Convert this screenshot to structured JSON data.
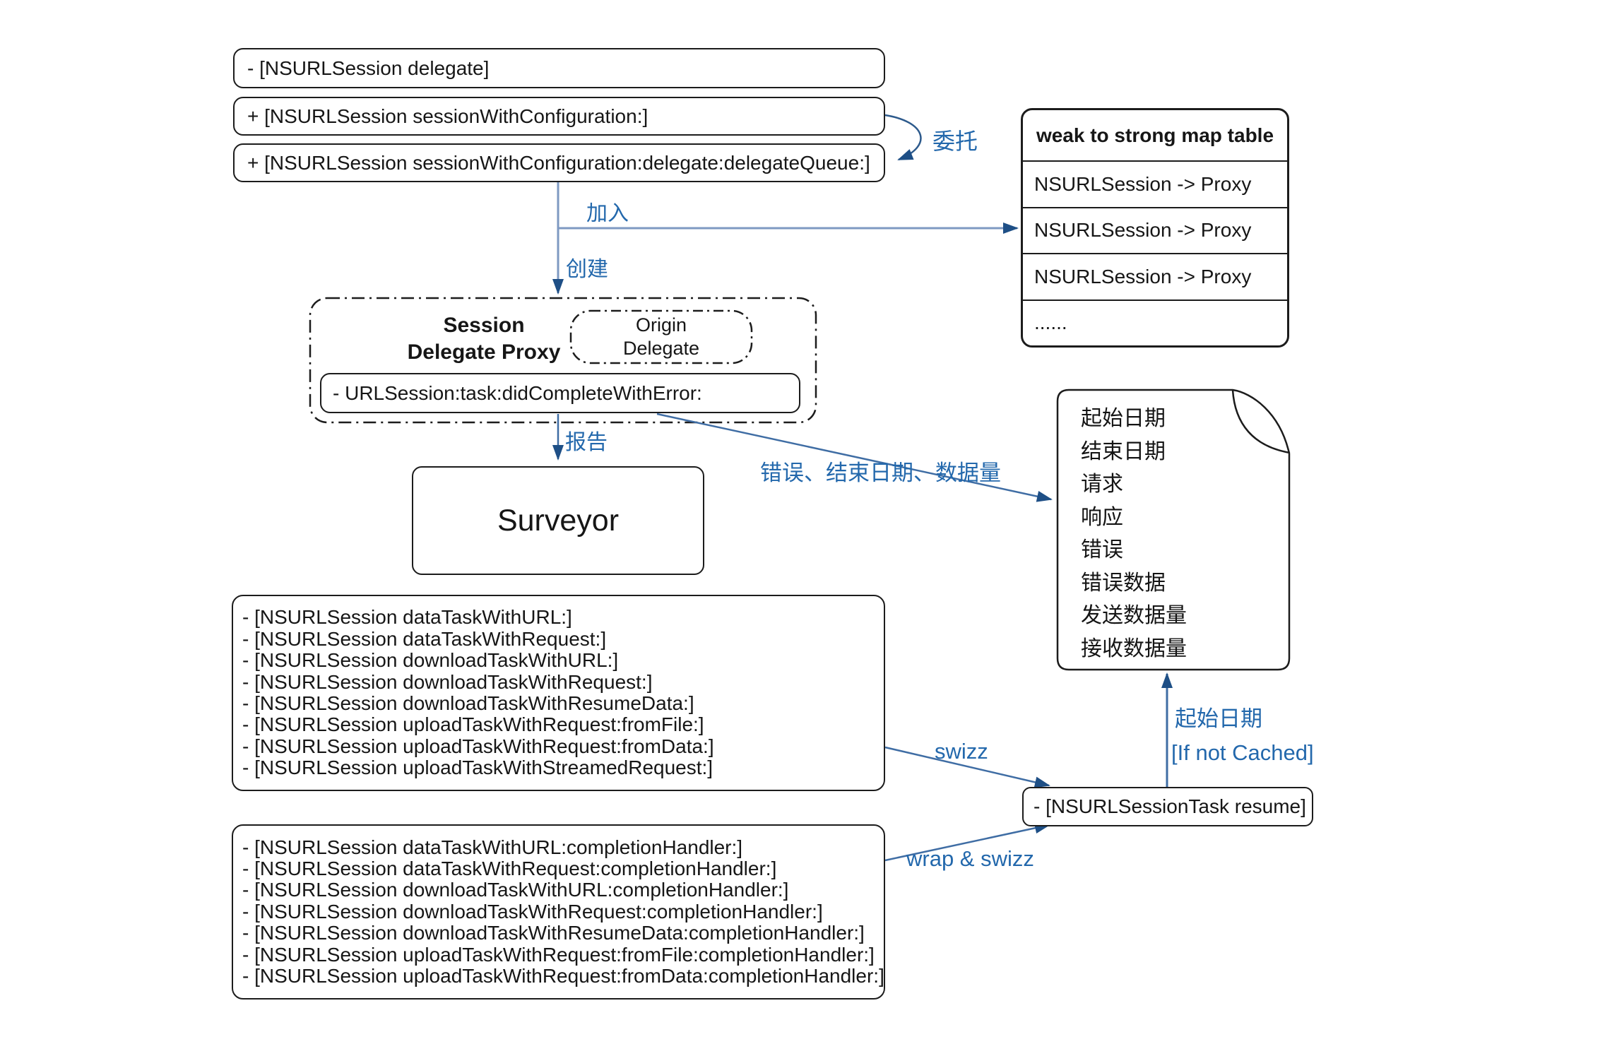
{
  "colors": {
    "box_border": "#1c1c1c",
    "light_arrow": "#7e99c2",
    "dark_arrow": "#3f6da4",
    "delegation_arrow": "#2d5a8c",
    "arrowhead": "#1e4f86",
    "label_blue": "#2368ac",
    "background": "#ffffff"
  },
  "top_boxes": {
    "delegate": "- [NSURLSession delegate]",
    "session_with_configuration": "+ [NSURLSession sessionWithConfiguration:]",
    "session_with_configuration_delegate_queue": "+ [NSURLSession sessionWithConfiguration:delegate:delegateQueue:]"
  },
  "map_table": {
    "title": "weak to strong map table",
    "rows": [
      "NSURLSession -> Proxy",
      "NSURLSession -> Proxy",
      "NSURLSession -> Proxy",
      "......"
    ]
  },
  "proxy": {
    "title_line1": "Session",
    "title_line2": "Delegate Proxy",
    "origin_line1": "Origin",
    "origin_line2": "Delegate",
    "method": "- URLSession:task:didCompleteWithError:"
  },
  "surveyor_label": "Surveyor",
  "document_note": {
    "items": [
      "起始日期",
      "结束日期",
      "请求",
      "响应",
      "错误",
      "错误数据",
      "发送数据量",
      "接收数据量"
    ]
  },
  "task_methods": [
    "- [NSURLSession dataTaskWithURL:]",
    "- [NSURLSession dataTaskWithRequest:]",
    "- [NSURLSession downloadTaskWithURL:]",
    "- [NSURLSession downloadTaskWithRequest:]",
    "- [NSURLSession downloadTaskWithResumeData:]",
    "- [NSURLSession uploadTaskWithRequest:fromFile:]",
    "- [NSURLSession uploadTaskWithRequest:fromData:]",
    "- [NSURLSession uploadTaskWithStreamedRequest:]"
  ],
  "task_methods_completion": [
    "- [NSURLSession dataTaskWithURL:completionHandler:]",
    "- [NSURLSession dataTaskWithRequest:completionHandler:]",
    "- [NSURLSession downloadTaskWithURL:completionHandler:]",
    "- [NSURLSession downloadTaskWithRequest:completionHandler:]",
    "- [NSURLSession downloadTaskWithResumeData:completionHandler:]",
    "- [NSURLSession uploadTaskWithRequest:fromFile:completionHandler:]",
    "- [NSURLSession uploadTaskWithRequest:fromData:completionHandler:]"
  ],
  "resume_box_label": "- [NSURLSessionTask resume]",
  "arrow_labels": {
    "delegation": "委托",
    "join": "加入",
    "create": "创建",
    "report": "报告",
    "error_end_date_data": "错误、结束日期、数据量",
    "swizz": "swizz",
    "wrap_and_swizz": "wrap & swizz",
    "start_date": "起始日期",
    "if_not_cached": "[If not Cached]"
  }
}
